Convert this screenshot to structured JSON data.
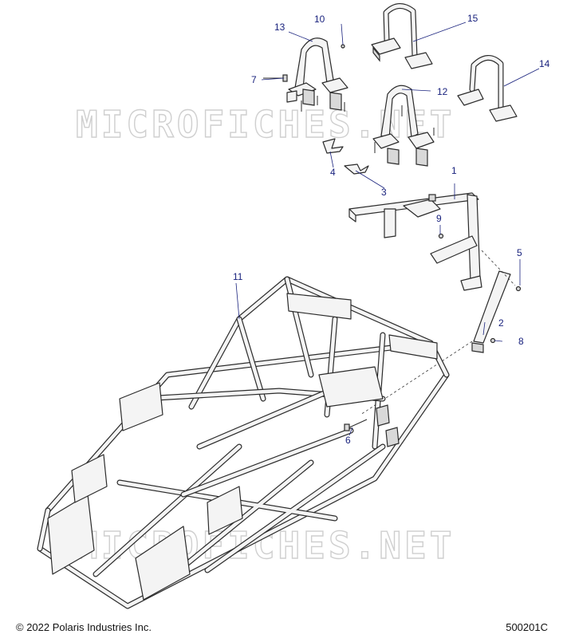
{
  "watermark": "MICROFICHES.NET",
  "footer": {
    "copyright": "© 2022 Polaris Industries Inc.",
    "figure_id": "500201C"
  },
  "callouts": {
    "c1": "1",
    "c2": "2",
    "c3": "3",
    "c4": "4",
    "c5": "5",
    "c6": "6",
    "c7": "7",
    "c8": "8",
    "c9": "9",
    "c10": "10",
    "c11": "11",
    "c12": "12",
    "c13": "13",
    "c14": "14",
    "c15": "15"
  },
  "colors": {
    "callout": "#1a237e",
    "line": "#2b2b2b",
    "watermark": "#cfcfcf"
  }
}
